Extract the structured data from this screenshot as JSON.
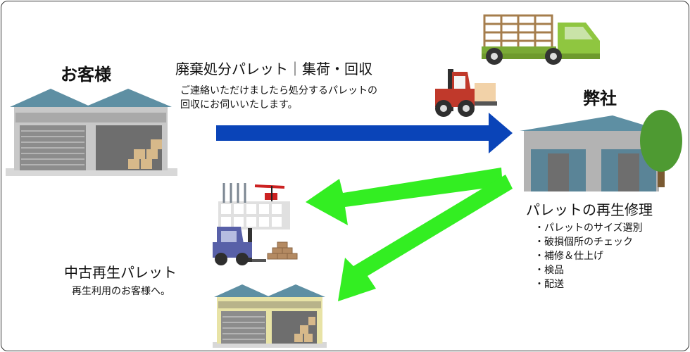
{
  "customer": {
    "label": "お客様"
  },
  "company": {
    "label": "弊社"
  },
  "top_flow": {
    "title": "廃棄処分パレット｜集荷・回収",
    "desc_line1": "ご連絡いただけましたら処分するパレットの",
    "desc_line2": "回収にお伺いいたします。"
  },
  "repair": {
    "title": "パレットの再生修理",
    "steps": [
      "・パレットのサイズ選別",
      "・破損個所のチェック",
      "・補修＆仕上げ",
      "・検品",
      "・配送"
    ]
  },
  "used": {
    "title": "中古再生パレット",
    "desc": "再生利用のお客様へ。"
  },
  "colors": {
    "blue_arrow": "#0a44b8",
    "green_arrow": "#33ee22",
    "warehouse_roof": "#5e8fa3",
    "warehouse_wall": "#c8c8c8",
    "warehouse_yellow": "#e8e3a6",
    "truck_green": "#8fc640",
    "forklift_red": "#c0392b",
    "forklift_blue": "#5860a8",
    "tree_green": "#4e9a32"
  },
  "icons": [
    "customer-warehouse-icon",
    "truck-icon",
    "forklift-icon",
    "company-warehouse-icon",
    "tree-icon",
    "construction-icon",
    "blue-forklift-icon",
    "bricks-icon",
    "yellow-warehouse-icon"
  ]
}
